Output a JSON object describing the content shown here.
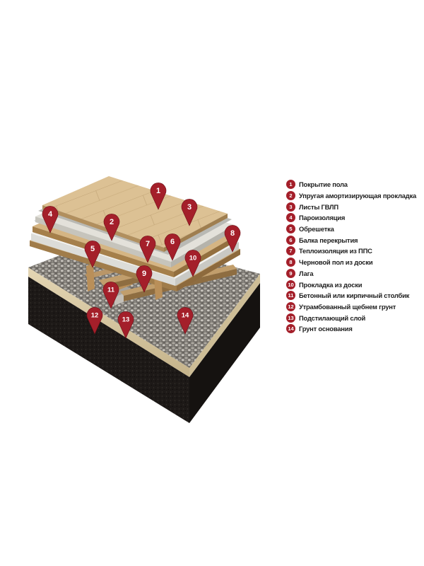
{
  "legend": [
    {
      "num": "1",
      "label": "Покрытие пола"
    },
    {
      "num": "2",
      "label": "Упругая амортизирующая прокладка"
    },
    {
      "num": "3",
      "label": "Листы ГВЛП"
    },
    {
      "num": "4",
      "label": "Пароизоляция"
    },
    {
      "num": "5",
      "label": "Обрешетка"
    },
    {
      "num": "6",
      "label": "Балка перекрытия"
    },
    {
      "num": "7",
      "label": "Теплоизоляция из ППС"
    },
    {
      "num": "8",
      "label": "Черновой пол из доски"
    },
    {
      "num": "9",
      "label": "Лага"
    },
    {
      "num": "10",
      "label": "Прокладка из доски"
    },
    {
      "num": "11",
      "label": "Бетонный или кирпичный столбик"
    },
    {
      "num": "12",
      "label": "Утрамбованный щебнем грунт"
    },
    {
      "num": "13",
      "label": "Подстилающий слой"
    },
    {
      "num": "14",
      "label": "Грунт основания"
    }
  ],
  "pins": [
    "1",
    "2",
    "3",
    "4",
    "5",
    "6",
    "7",
    "8",
    "9",
    "10",
    "11",
    "12",
    "13",
    "14"
  ],
  "colors": {
    "marker": "#a41f2a",
    "wood": "#d9bd8e",
    "soil": "#1e1a18",
    "gravel": "#7b7770",
    "insulation": "#f2f2f0",
    "sand": "#d8c8a4"
  }
}
